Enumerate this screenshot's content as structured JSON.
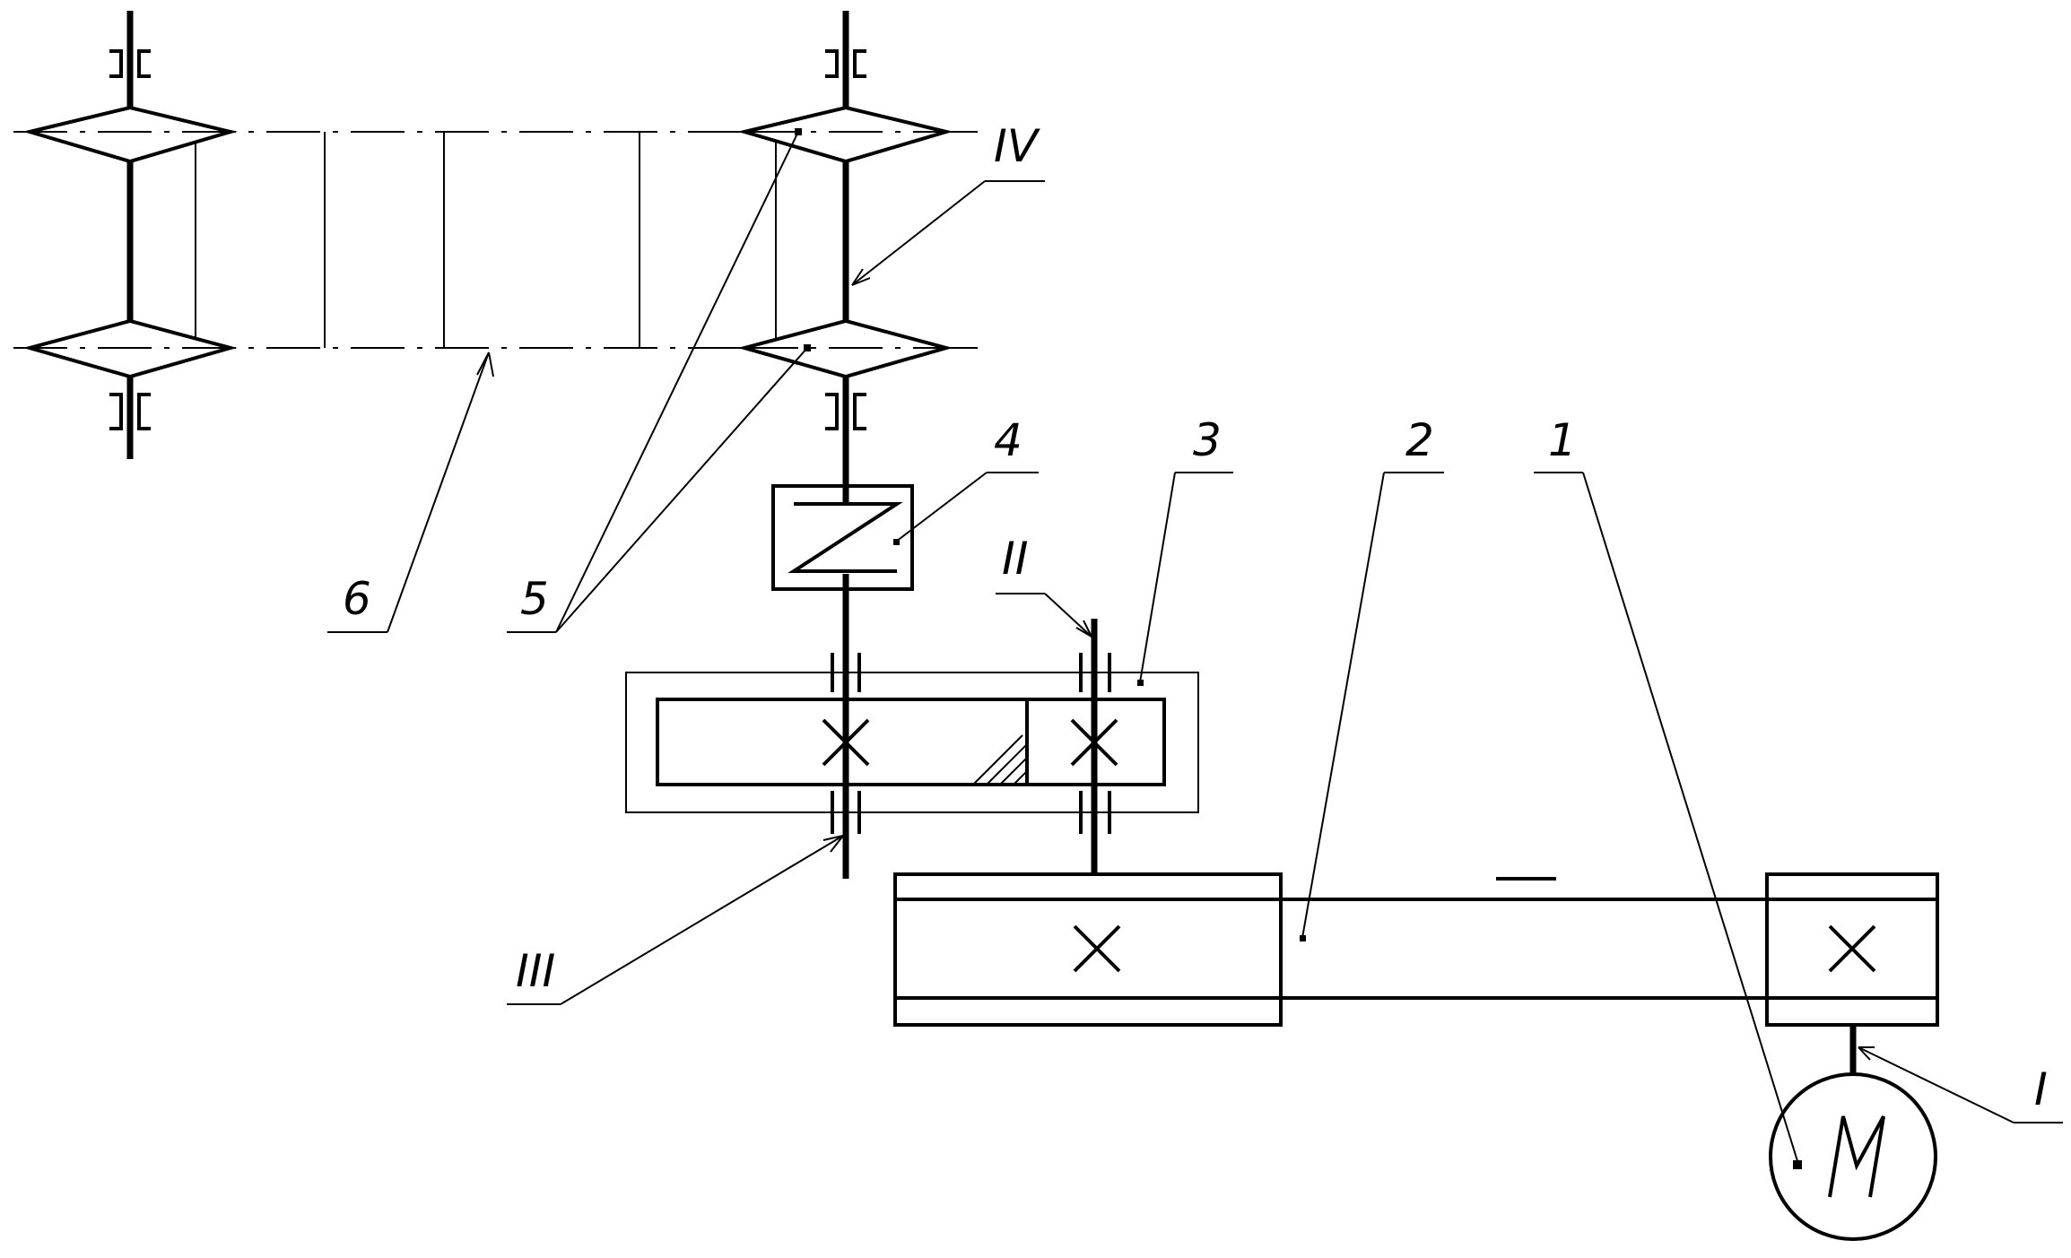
{
  "labels": {
    "motor": "M",
    "part_1": "1",
    "part_2": "2",
    "part_3": "3",
    "part_4": "4",
    "part_5": "5",
    "part_6": "6",
    "shaft_I": "I",
    "shaft_II": "II",
    "shaft_III": "III",
    "shaft_IV": "IV",
    "belt_dash": "—"
  },
  "colors": {
    "line": "#000000",
    "background": "#ffffff"
  }
}
